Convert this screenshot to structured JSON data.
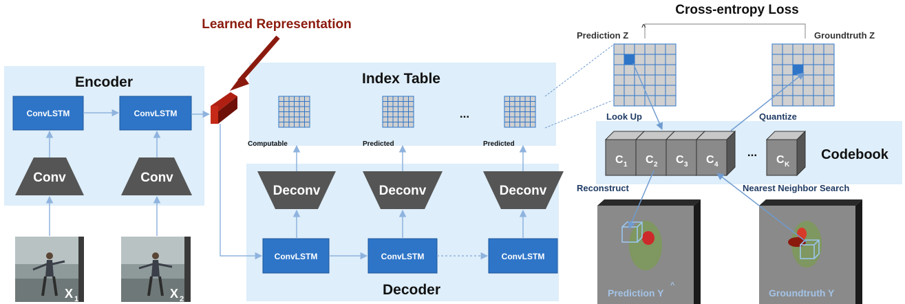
{
  "title_learned": "Learned Representation",
  "encoder": {
    "title": "Encoder",
    "convlstm": [
      "ConvLSTM",
      "ConvLSTM"
    ],
    "conv": [
      "Conv",
      "Conv"
    ],
    "inputs": [
      {
        "var": "X",
        "sub": "1"
      },
      {
        "var": "X",
        "sub": "2"
      }
    ]
  },
  "index_table": {
    "title": "Index Table",
    "grid_labels": [
      "Computable",
      "Predicted",
      "Predicted"
    ],
    "ellipsis": "..."
  },
  "decoder": {
    "title": "Decoder",
    "deconv": [
      "Deconv",
      "Deconv",
      "Deconv"
    ],
    "convlstm": [
      "ConvLSTM",
      "ConvLSTM",
      "ConvLSTM"
    ]
  },
  "loss": {
    "title": "Cross-entropy Loss",
    "prediction": "Prediction",
    "prediction_var": "Z",
    "groundtruth": "Groundtruth Z",
    "look_up": "Look Up",
    "quantize": "Quantize"
  },
  "codebook": {
    "title": "Codebook",
    "cells": [
      {
        "var": "C",
        "sub": "1"
      },
      {
        "var": "C",
        "sub": "2"
      },
      {
        "var": "C",
        "sub": "3"
      },
      {
        "var": "C",
        "sub": "4"
      },
      {
        "var": "C",
        "sub": "K"
      }
    ],
    "ellipsis": "..."
  },
  "bottom": {
    "reconstruct": "Reconstruct",
    "nn_search": "Nearest Neighbor Search",
    "prediction_y": "Prediction",
    "prediction_y_var": "Y",
    "groundtruth_y": "Groundtruth Y"
  },
  "colors": {
    "panel": "#deeefa",
    "block": "#2e75c8",
    "dark": "#555555",
    "arrow": "#8fb3de",
    "red": "#8b1a0e",
    "grid_cell": "#d0d0d0",
    "grid_hl": "#2e75c8",
    "title_blue": "#1f3b64"
  }
}
